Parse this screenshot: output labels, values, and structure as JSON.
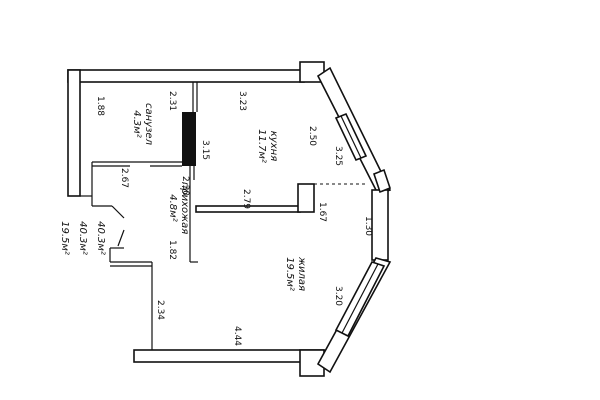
{
  "rooms": {
    "bathroom": {
      "name": "санузел",
      "area": "4.3м²"
    },
    "kitchen": {
      "name": "кухня",
      "area": "11.7м²"
    },
    "hallway": {
      "name": "прихожая",
      "area": "4.8м²"
    },
    "living": {
      "name": "жилая",
      "area": "19.5м²"
    }
  },
  "dimensions": {
    "bath_left": "1.88",
    "bath_top": "2.31",
    "bath_bottom": "2.67",
    "kitchen_top": "3.23",
    "kitchen_left": "3.15",
    "kitchen_mid": "2.50",
    "kitchen_right_window": "3.25",
    "kitchen_bottom": "2.79",
    "hall_wall": "2.30",
    "hall_bottom": "1.82",
    "living_right_partition": "1.67",
    "bay_wall": "1.30",
    "living_right_window": "3.20",
    "living_left": "2.34",
    "living_bottom": "4.44"
  },
  "totals": {
    "living_area": "19.5м²",
    "total_area": "40.3м²",
    "total_area_2": "40.3м²"
  }
}
